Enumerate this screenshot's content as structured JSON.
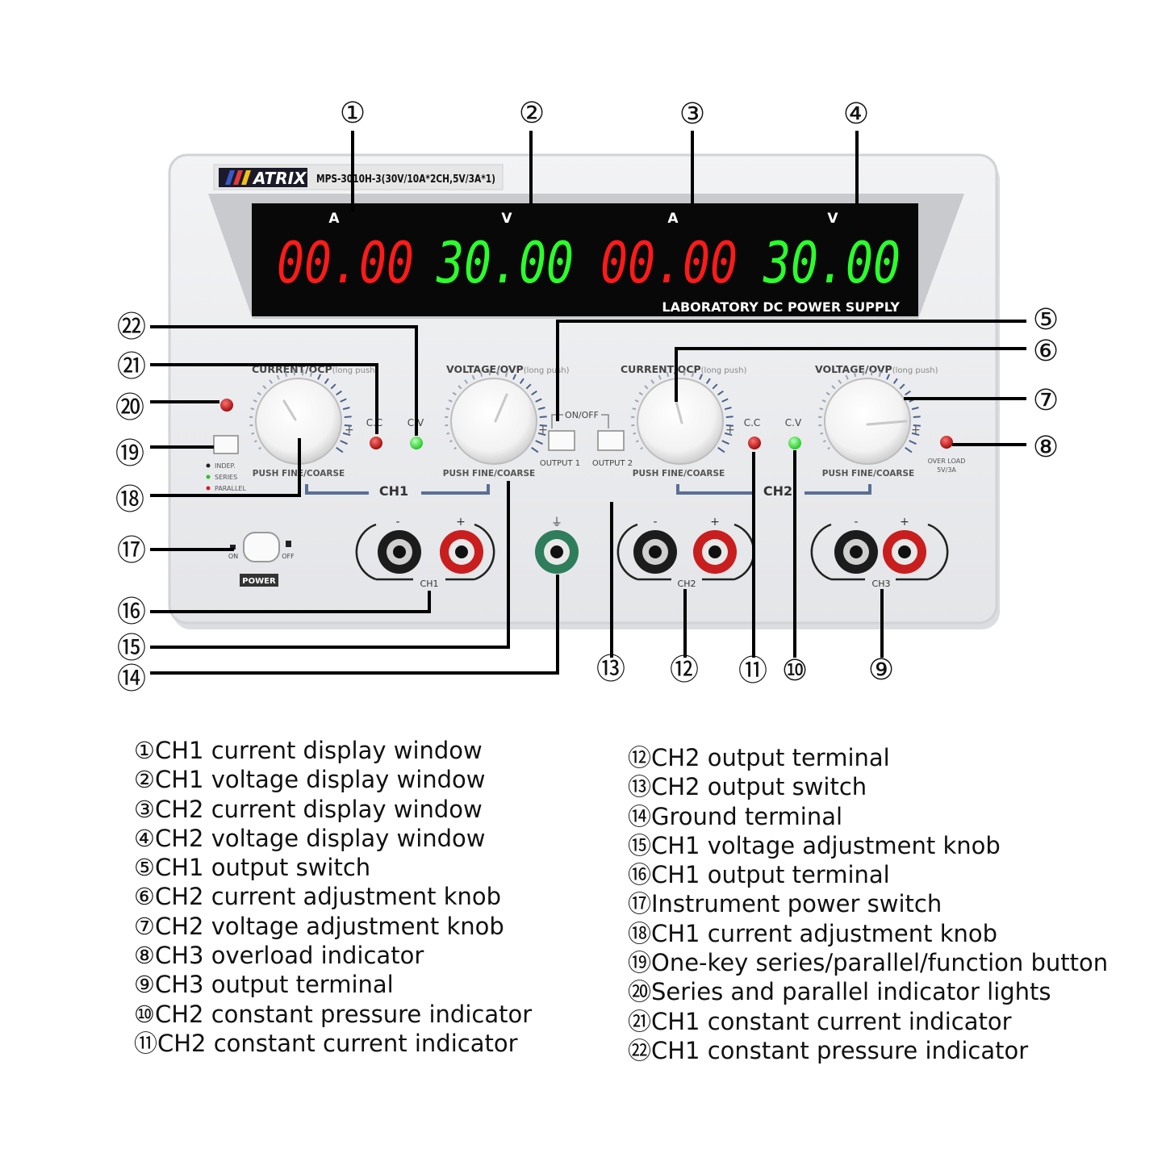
{
  "device": {
    "brand": "ATRIX",
    "model": "MPS-3010H-3(30V/10A*2CH,5V/3A*1)",
    "display": {
      "ch1_current": "00.00",
      "ch1_voltage": "30.00",
      "ch2_current": "00.00",
      "ch2_voltage": "30.00",
      "unit_a": "A",
      "unit_v": "V",
      "caption": "LABORATORY DC POWER SUPPLY"
    },
    "knob_title_current": "CURRENT/OCP",
    "knob_title_voltage": "VOLTAGE/OVP",
    "knob_title_suffix": "(long push)",
    "knob_sub": "PUSH FINE/COARSE",
    "cc": "C.C",
    "cv": "C.V",
    "onoff": "ON/OFF",
    "output1": "OUTPUT 1",
    "output2": "OUTPUT 2",
    "ch1": "CH1",
    "ch2": "CH2",
    "ch3": "CH3",
    "mode_indep": "INDEP.",
    "mode_series": "SERIES",
    "mode_parallel": "PARALLEL",
    "power_on": "ON",
    "power_off": "OFF",
    "power_label": "POWER",
    "overload_line1": "OVER LOAD",
    "overload_line2": "5V/3A",
    "minus": "-",
    "plus": "+",
    "colors": {
      "display_red": "#ff1a1a",
      "display_green": "#2bff2b",
      "led_red": "#d01818",
      "led_green": "#30e030",
      "terminal_red": "#c81e1e",
      "terminal_green": "#2e7d5b"
    }
  },
  "callouts": [
    "①",
    "②",
    "③",
    "④",
    "⑤",
    "⑥",
    "⑦",
    "⑧",
    "⑨",
    "⑩",
    "⑪",
    "⑫",
    "⑬",
    "⑭",
    "⑮",
    "⑯",
    "⑰",
    "⑱",
    "⑲",
    "⑳",
    "㉑",
    "㉒"
  ],
  "legend_left": [
    "①CH1 current display window",
    "②CH1 voltage display window",
    "③CH2 current display window",
    "④CH2 voltage display window",
    "⑤CH1 output switch",
    "⑥CH2 current adjustment knob",
    "⑦CH2 voltage adjustment knob",
    "⑧CH3 overload indicator",
    "⑨CH3 output terminal",
    "⑩CH2 constant pressure indicator",
    "⑪CH2 constant current indicator"
  ],
  "legend_right": [
    "⑫CH2 output terminal",
    "⑬CH2 output switch",
    "⑭Ground terminal",
    "⑮CH1 voltage adjustment knob",
    "⑯CH1 output terminal",
    "⑰Instrument power switch",
    "⑱CH1 current adjustment knob",
    "⑲One-key series/parallel/function button",
    "⑳Series and parallel indicator lights",
    "㉑CH1 constant current indicator",
    "㉒CH1 constant pressure indicator"
  ]
}
